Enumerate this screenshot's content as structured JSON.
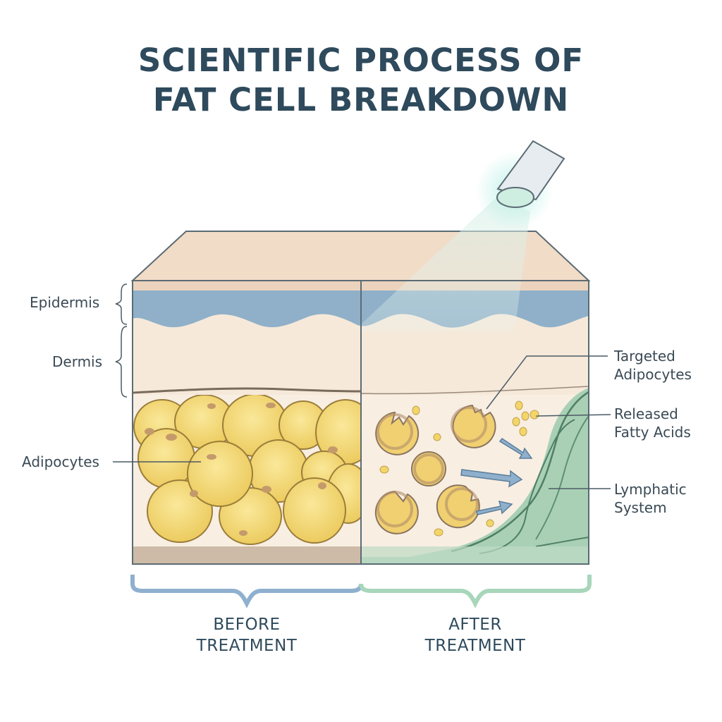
{
  "title": {
    "line1": "SCIENTIFIC PROCESS OF",
    "line2": "FAT CELL BREAKDOWN"
  },
  "labels": {
    "epidermis": "Epidermis",
    "dermis": "Dermis",
    "adipocytes": "Adipocytes",
    "targeted_line1": "Targeted",
    "targeted_line2": "Adipocytes",
    "released_line1": "Released",
    "released_line2": "Fatty Acids",
    "lymphatic_line1": "Lymphatic",
    "lymphatic_line2": "System"
  },
  "captions": {
    "before_line1": "BEFORE",
    "before_line2": "TREATMENT",
    "after_line1": "AFTER",
    "after_line2": "TREATMENT"
  },
  "colors": {
    "title": "#2e4a5c",
    "skin_top": "#f1dcc8",
    "epidermis": "#8fb0c8",
    "dermis": "#f6e9da",
    "fat": "#f3d77a",
    "lymph": "#a9d0b5",
    "before_bracket": "#8fb0cf",
    "after_bracket": "#a8d6bb"
  },
  "icons": [
    "treatment-device-icon",
    "flow-arrow-icon"
  ]
}
